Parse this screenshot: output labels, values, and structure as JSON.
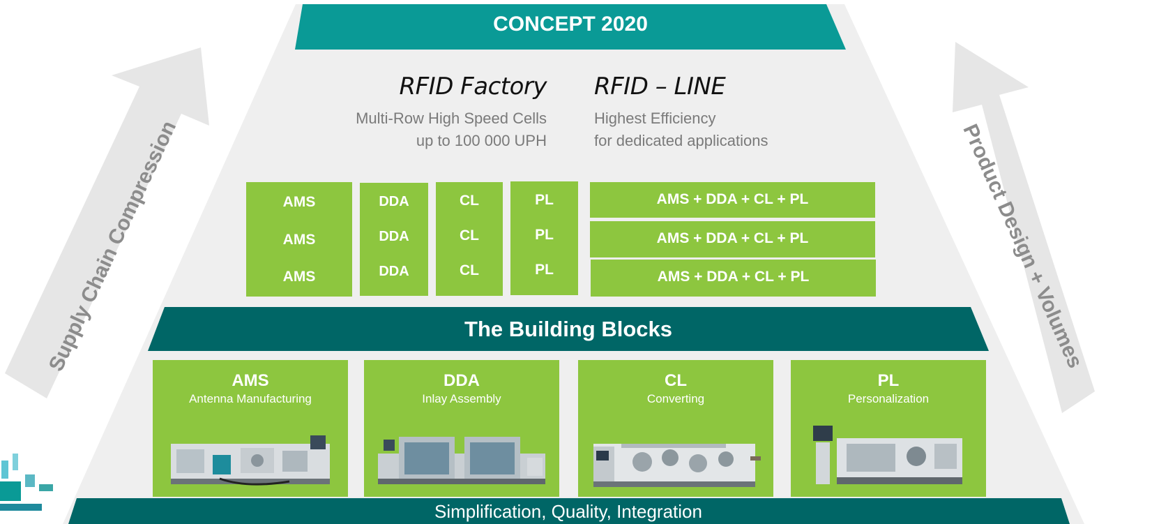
{
  "header": {
    "title": "CONCEPT 2020"
  },
  "columns": [
    {
      "heading": "RFID Factory",
      "lines": [
        "Multi-Row High Speed Cells",
        "up to 100 000 UPH"
      ]
    },
    {
      "heading": "RFID – LINE",
      "lines": [
        "Highest Efficiency",
        "for dedicated applications"
      ]
    }
  ],
  "factory_cells": {
    "ams": [
      "AMS",
      "AMS",
      "AMS"
    ],
    "dda": [
      "DDA",
      "DDA",
      "DDA"
    ],
    "cl": [
      "CL",
      "CL",
      "CL"
    ],
    "pl": [
      "PL",
      "PL",
      "PL"
    ]
  },
  "line_rows": [
    "AMS + DDA + CL +   PL",
    "AMS + DDA + CL +   PL",
    "AMS + DDA + CL +   PL"
  ],
  "building_blocks": {
    "title": "The Building Blocks",
    "items": [
      {
        "code": "AMS",
        "name": "Antenna Manufacturing",
        "icon": "machine-ams-image"
      },
      {
        "code": "DDA",
        "name": "Inlay Assembly",
        "icon": "machine-dda-image"
      },
      {
        "code": "CL",
        "name": "Converting",
        "icon": "machine-cl-image"
      },
      {
        "code": "PL",
        "name": "Personalization",
        "icon": "machine-pl-image"
      }
    ]
  },
  "footer": {
    "text": "Simplification, Quality, Integration"
  },
  "side_labels": {
    "left": "Supply Chain Compression",
    "right": "Product Design + Volumes"
  },
  "colors": {
    "teal_top": "#0a9a96",
    "teal_dark": "#006666",
    "green": "#8dc63f",
    "pyramid_bg": "#efefef",
    "arrow_gray": "#e6e6e6",
    "side_text": "#8c8c8c"
  }
}
